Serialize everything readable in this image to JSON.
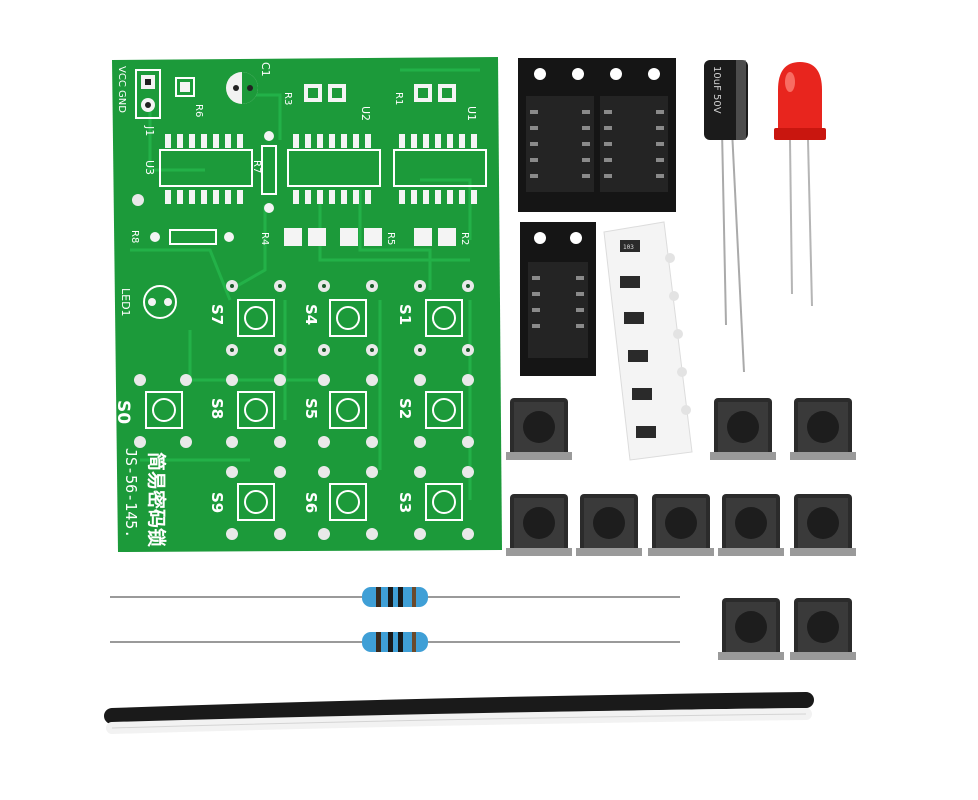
{
  "scene": {
    "subject": "electronic kit parts"
  },
  "pcb": {
    "board_color": "#1c9a3a",
    "trace_color": "#23b247",
    "labels": {
      "power": "VCC GND",
      "j1": "J1",
      "c1": "C1",
      "r6": "R6",
      "r3": "R3",
      "r1": "R1",
      "r7": "R7",
      "r8": "R8",
      "r4": "R4",
      "r5": "R5",
      "r2": "R2",
      "u1": "U1",
      "u2": "U2",
      "u3": "U3",
      "led1": "LED1",
      "s0": "S0",
      "s1": "S1",
      "s2": "S2",
      "s3": "S3",
      "s4": "S4",
      "s5": "S5",
      "s6": "S6",
      "s7": "S7",
      "s8": "S8",
      "s9": "S9",
      "title_cn": "简易密码锁",
      "model": "JS-56-145."
    }
  },
  "capacitor": {
    "marking": "10uF 50V"
  },
  "resistor_strip": {
    "code": "103"
  },
  "colors": {
    "ic_body": "#1a1a1a",
    "led_red": "#e8251e",
    "resistor_blue": "#3f9fd6",
    "button_body": "#2b2b2b"
  }
}
